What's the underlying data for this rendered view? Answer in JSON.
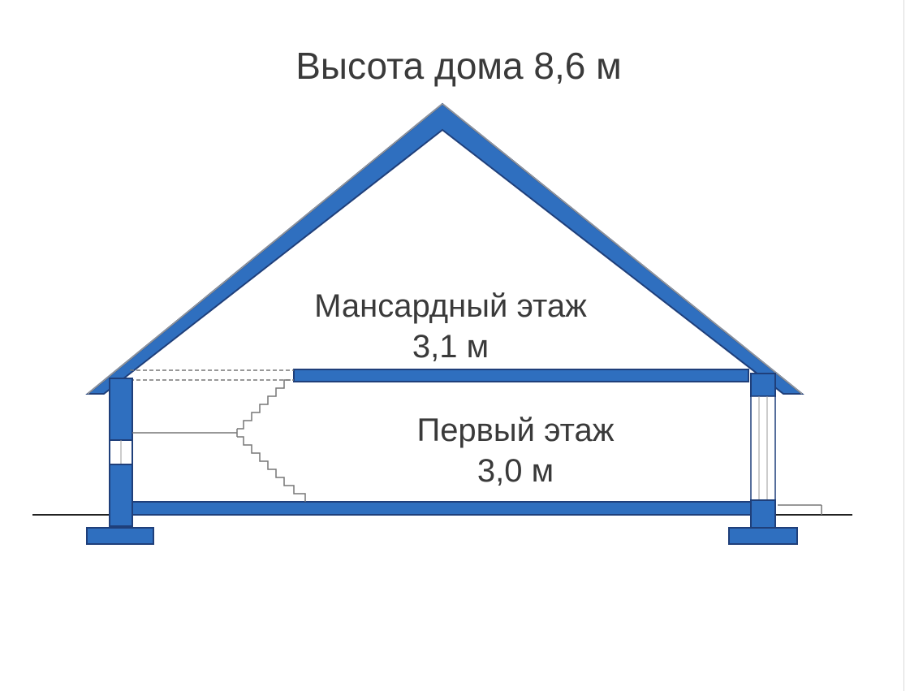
{
  "title": "Высота дома 8,6 м",
  "attic_floor": {
    "label": "Мансардный этаж",
    "height": "3,1 м"
  },
  "ground_floor": {
    "label": "Первый этаж",
    "height": "3,0 м"
  },
  "colors": {
    "structure_fill": "#2f6fbf",
    "structure_outline": "#1f3f7a",
    "text": "#3a3a3a",
    "background": "#ffffff"
  }
}
